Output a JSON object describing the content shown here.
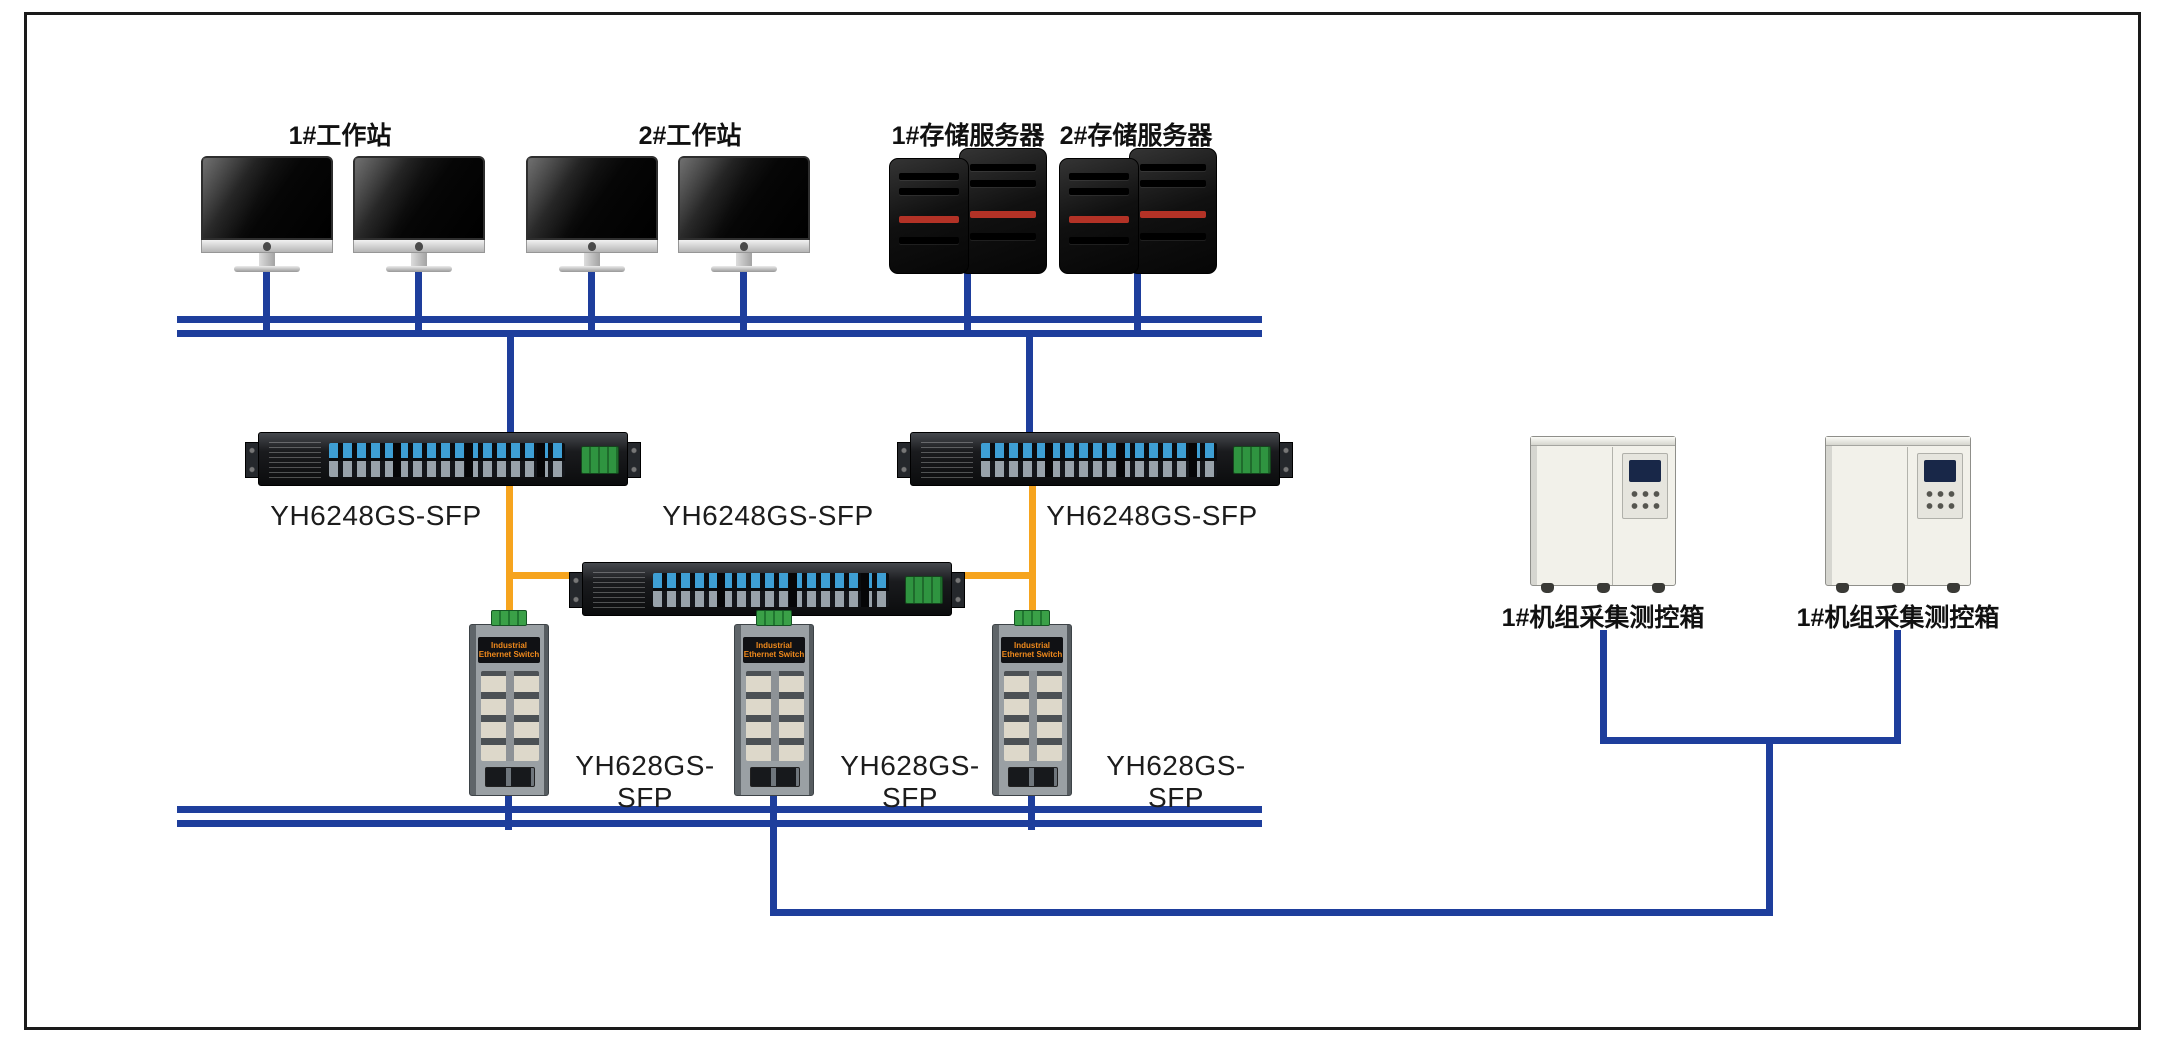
{
  "colors": {
    "bus": "#1e3e9c",
    "orange": "#f6a41e"
  },
  "nodes": {
    "workstations": [
      {
        "label": "1#工作站"
      },
      {
        "label": "2#工作站"
      }
    ],
    "storage_servers": [
      {
        "label": "1#存储服务器"
      },
      {
        "label": "2#存储服务器"
      }
    ],
    "rack_switches": [
      {
        "model": "YH6248GS-SFP"
      },
      {
        "model": "YH6248GS-SFP"
      },
      {
        "model": "YH6248GS-SFP"
      }
    ],
    "din_switches": [
      {
        "model": "YH628GS-SFP",
        "panel_text": "Industrial Ethernet Switch"
      },
      {
        "model": "YH628GS-SFP",
        "panel_text": "Industrial Ethernet Switch"
      },
      {
        "model": "YH628GS-SFP",
        "panel_text": "Industrial Ethernet Switch"
      }
    ],
    "control_boxes": [
      {
        "label": "1#机组采集测控箱"
      },
      {
        "label": "1#机组采集测控箱"
      }
    ]
  }
}
